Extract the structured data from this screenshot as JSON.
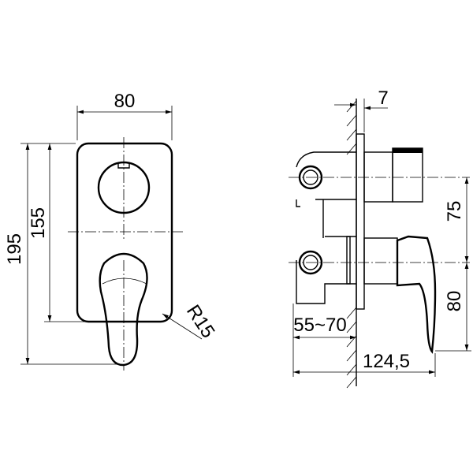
{
  "front_view": {
    "width_label": "80",
    "height_outer_label": "195",
    "height_inner_label": "155",
    "radius_label": "R15"
  },
  "side_view": {
    "plate_thickness_label": "7",
    "center_distance_label": "75",
    "lever_drop_label": "80",
    "embed_depth_label": "55~70",
    "total_depth_label": "124,5"
  }
}
